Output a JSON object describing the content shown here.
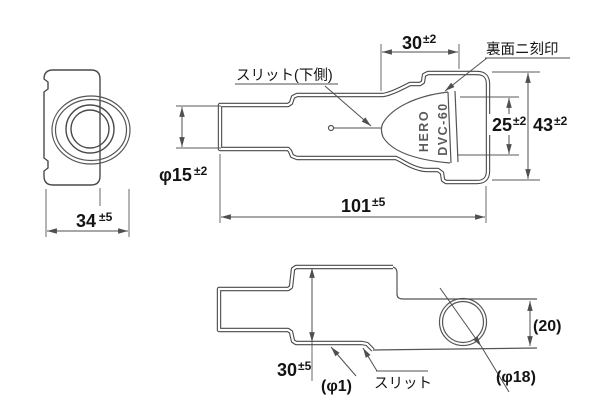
{
  "drawing": {
    "stamp": {
      "line1": "HERO",
      "line2": "DVC-60"
    },
    "labels": {
      "slit_lower": "スリット(下側)",
      "back_stamp": "裏面ニ刻印",
      "slit": "スリット",
      "phi1": "(φ1)",
      "phi18": "(φ18)",
      "h20": "(20)"
    },
    "dims": {
      "w30top": {
        "v": "30",
        "t": "±2"
      },
      "d25": {
        "v": "25",
        "t": "±2"
      },
      "d43": {
        "v": "43",
        "t": "±2"
      },
      "len101": {
        "v": "101",
        "t": "±5"
      },
      "tube15": {
        "v": "φ15",
        "t": "±2"
      },
      "w34": {
        "v": "34",
        "t": "±5"
      },
      "h30btm": {
        "v": "30",
        "t": "±5"
      }
    },
    "colors": {
      "line": "#4a4a4a",
      "dim": "#4f4f4f",
      "text": "#141414",
      "bg": "#ffffff"
    }
  }
}
